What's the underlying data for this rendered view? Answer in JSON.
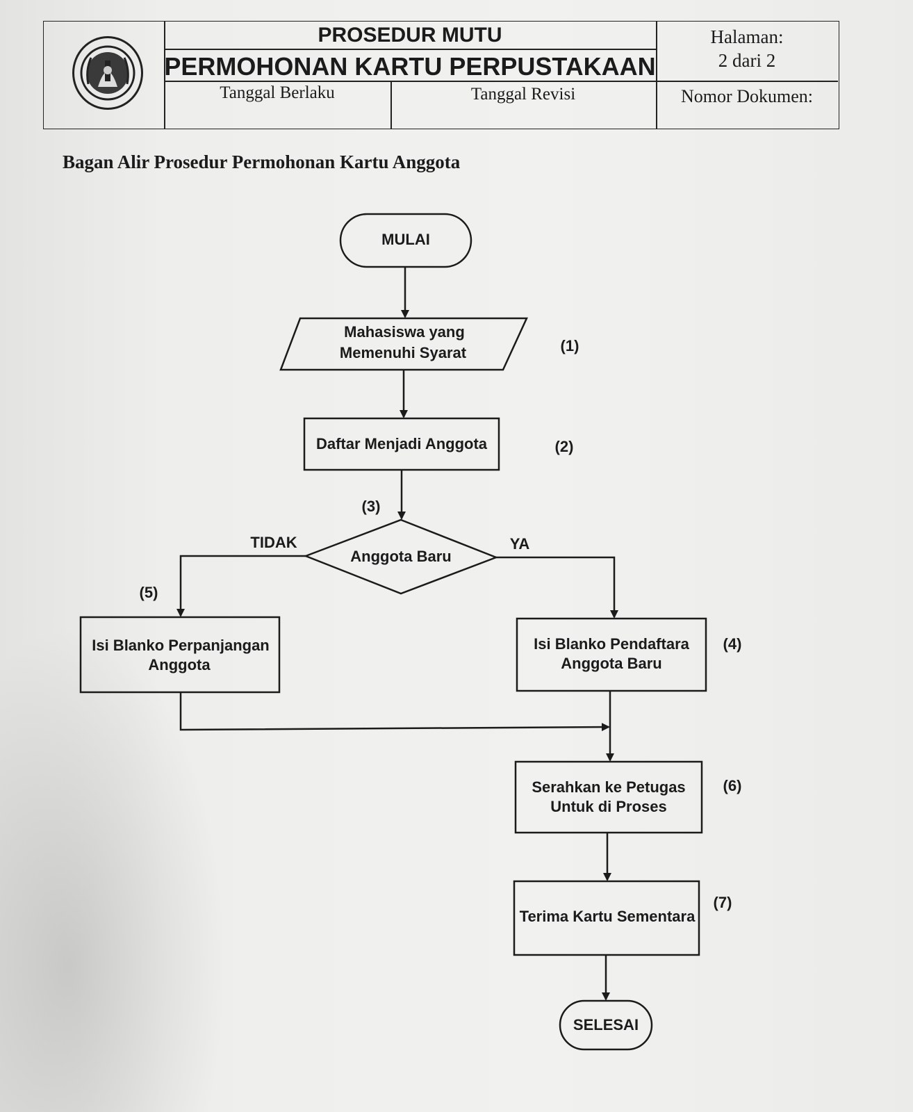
{
  "header": {
    "title_line1": "PROSEDUR MUTU",
    "title_line2": "PERMOHONAN KARTU PERPUSTAKAAN",
    "page_label": "Halaman:",
    "page_value": "2 dari 2",
    "effective_date_label": "Tanggal Berlaku",
    "revision_date_label": "Tanggal Revisi",
    "doc_number_label": "Nomor Dokumen:"
  },
  "section_title": "Bagan Alir Prosedur Permohonan Kartu Anggota",
  "flowchart": {
    "start": "MULAI",
    "step1_line1": "Mahasiswa yang",
    "step1_line2": "Memenuhi Syarat",
    "step1_num": "(1)",
    "step2": "Daftar Menjadi Anggota",
    "step2_num": "(2)",
    "step3_num": "(3)",
    "decision": "Anggota Baru",
    "no_label": "TIDAK",
    "yes_label": "YA",
    "step4_line1": "Isi Blanko Pendaftara",
    "step4_line2": "Anggota Baru",
    "step4_num": "(4)",
    "step5_line1": "Isi Blanko Perpanjangan",
    "step5_line2": "Anggota",
    "step5_num": "(5)",
    "step6_line1": "Serahkan ke Petugas",
    "step6_line2": "Untuk di Proses",
    "step6_num": "(6)",
    "step7": "Terima Kartu Sementara",
    "step7_num": "(7)",
    "end": "SELESAI"
  }
}
